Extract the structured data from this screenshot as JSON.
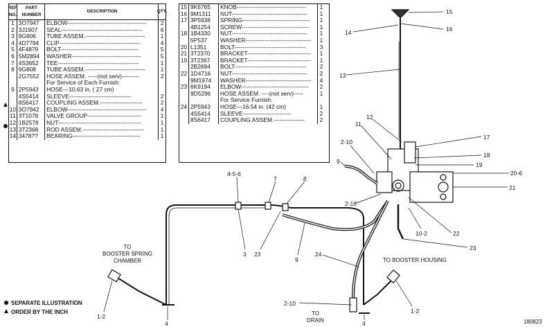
{
  "table_left": {
    "header": {
      "ref": "REF. NO.",
      "part": "PART NUMBER",
      "desc": "DESCRIPTION",
      "qty": "QTY."
    },
    "rows": [
      {
        "ref": "1",
        "part": "3O7947",
        "desc": "ELBOW-----------------------------------------",
        "qty": "2"
      },
      {
        "ref": "2",
        "part": "3J1907",
        "desc": "SEAL------------------------------------------",
        "qty": "6"
      },
      {
        "ref": "3",
        "part": "9G806",
        "desc": "TUBE ASSEM.-------------------------------",
        "qty": "1"
      },
      {
        "ref": "4",
        "part": "4D7794",
        "desc": "CLIP------------------------------------------",
        "qty": "4"
      },
      {
        "ref": "5",
        "part": "4F4879",
        "desc": "BOLT----------------------------------------",
        "qty": "5"
      },
      {
        "ref": "6",
        "part": "5M2894",
        "desc": "WASHER------------------------------------",
        "qty": "5"
      },
      {
        "ref": "7",
        "part": "4S3652",
        "desc": "TEE------------------------------------------",
        "qty": "1"
      },
      {
        "ref": "8",
        "part": "9G808",
        "desc": "TUBE ASSEM.-------------------------------",
        "qty": "1"
      },
      {
        "ref": "",
        "part": "2G7552",
        "desc": "HOSE ASSEM. -----(not serv)---------",
        "qty": "2"
      },
      {
        "ref": "",
        "part": "",
        "desc": "      For Service of Each Furnish:",
        "qty": ""
      },
      {
        "ref": "9",
        "part": "2P5943",
        "desc": "      HOSE---10.63 in. ( 27 cm)",
        "qty": ""
      },
      {
        "ref": "",
        "part": "4S5414",
        "desc": "      SLEEVE--------------------------------",
        "qty": "2"
      },
      {
        "ref": "",
        "part": "8S6417",
        "desc": "      COUPLING ASSEM.----------------------",
        "qty": "2"
      },
      {
        "ref": "10",
        "part": "3O7942",
        "desc": "ELBOW-----------------------------------------",
        "qty": "4"
      },
      {
        "ref": "11",
        "part": "3T1078",
        "desc": "VALVE GROUP----------------------------",
        "qty": "1"
      },
      {
        "ref": "12",
        "part": "1B2578",
        "desc": "NUT-------------------------------------------",
        "qty": "1"
      },
      {
        "ref": "13",
        "part": "3T2368",
        "desc": "ROD ASSEM.--------------------------------",
        "qty": "1"
      },
      {
        "ref": "14",
        "part": "3478??",
        "desc": "BEARING-----------------------------------",
        "qty": "1"
      }
    ]
  },
  "table_right": {
    "rows": [
      {
        "ref": "15",
        "part": "9K6765",
        "desc": "KNOB------------------------------------",
        "qty": "1"
      },
      {
        "ref": "16",
        "part": "9M1311",
        "desc": "NUT---------------------------------------",
        "qty": "1"
      },
      {
        "ref": "17",
        "part": "3P5938",
        "desc": "SPRING-----------------------------------",
        "qty": "1"
      },
      {
        "ref": "",
        "part": "4B1254",
        "desc": "SCREW-----------------------------------",
        "qty": "1"
      },
      {
        "ref": "18",
        "part": "1B4330",
        "desc": "NUT---------------------------------------",
        "qty": "1"
      },
      {
        "ref": "",
        "part": "5P537",
        "desc": "WASHER----------------------------------",
        "qty": "1"
      },
      {
        "ref": "20",
        "part": "L1351",
        "desc": "BOLT-------------------------------------",
        "qty": "3"
      },
      {
        "ref": "21",
        "part": "3T2370",
        "desc": "BRACKET---------------------------------",
        "qty": "1"
      },
      {
        "ref": "19",
        "part": "3T2367",
        "desc": "BRACKET---------------------------------",
        "qty": "1"
      },
      {
        "ref": "",
        "part": "2B2694",
        "desc": "BOLT-------------------------------------",
        "qty": "2"
      },
      {
        "ref": "22",
        "part": "1D4716",
        "desc": "NUT---------------------------------------",
        "qty": "2"
      },
      {
        "ref": "",
        "part": "9M1974",
        "desc": "WASHER----------------------------------",
        "qty": "4"
      },
      {
        "ref": "23",
        "part": "6K9194",
        "desc": "ELBOW-----------------------------------",
        "qty": "2"
      },
      {
        "ref": "",
        "part": "9D5296",
        "desc": "HOSE ASSEM. ----(not serv)-----",
        "qty": "1"
      },
      {
        "ref": "",
        "part": "",
        "desc": "   For Service Furnish:",
        "qty": ""
      },
      {
        "ref": "24",
        "part": "2P5943",
        "desc": "   HOSE---16.54 in. (42 cm)",
        "qty": "1"
      },
      {
        "ref": "",
        "part": "4S5414",
        "desc": "   SLEEVE-------------------------",
        "qty": "2"
      },
      {
        "ref": "",
        "part": "8S6417",
        "desc": "   COUPLING ASSEM.----------------",
        "qty": "2"
      }
    ]
  },
  "labels": {
    "l15": "15",
    "l16": "16",
    "l14": "14",
    "l13": "13",
    "l12": "12",
    "l11": "11",
    "l17": "17",
    "l18": "18",
    "l19": "19",
    "l2_10a": "2-10",
    "l9a": "9",
    "l20_6": "20-6",
    "l21": "21",
    "l2_10b": "2-10",
    "l10_2": "10-2",
    "l22": "22",
    "l23a": "23",
    "l4_5_6": "4-5-6",
    "l7": "7",
    "l8": "8",
    "l3": "3",
    "l23b": "23",
    "l9b": "9",
    "l24": "24",
    "l1_2a": "1-2",
    "l4a": "4",
    "l2_10c": "2-10",
    "l4b": "4",
    "l1_2b": "1-2"
  },
  "callouts": {
    "booster_spring": [
      "TO",
      "BOOSTER SPRING",
      "CHAMBER"
    ],
    "booster_housing": "TO BOOSTER HOUSING",
    "drain": [
      "TO",
      "DRAIN"
    ]
  },
  "legend": {
    "separate": "SEPARATE ILLUSTRATION",
    "order": "ORDER BY THE INCH"
  },
  "figure_number": "180823"
}
